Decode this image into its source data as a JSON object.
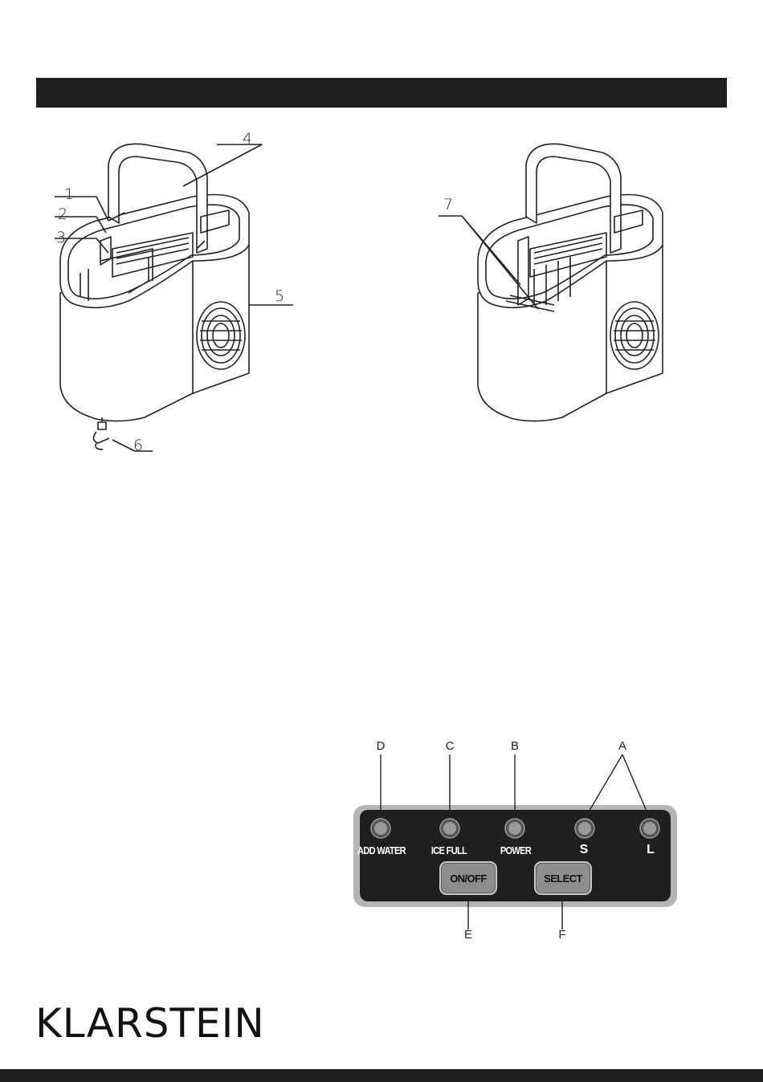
{
  "left_diagram": {
    "callouts": [
      "1",
      "2",
      "3",
      "4",
      "5",
      "6"
    ]
  },
  "right_diagram": {
    "callouts": [
      "7"
    ]
  },
  "control_panel": {
    "indicator_letters": [
      "D",
      "C",
      "B",
      "A"
    ],
    "button_letters": [
      "E",
      "F"
    ],
    "leds": [
      {
        "id": "add-water",
        "label": "ADD WATER",
        "letter": "D"
      },
      {
        "id": "ice-full",
        "label": "ICE FULL",
        "letter": "C"
      },
      {
        "id": "power",
        "label": "POWER",
        "letter": "B"
      },
      {
        "id": "size-s",
        "label": "S",
        "letter": "A"
      },
      {
        "id": "size-l",
        "label": "L",
        "letter": "A"
      }
    ],
    "buttons": [
      {
        "id": "on-off",
        "label": "ON/OFF",
        "letter": "E"
      },
      {
        "id": "select",
        "label": "SELECT",
        "letter": "F"
      }
    ],
    "colors": {
      "panel_face": "#1f1f1f",
      "panel_border": "#b5b5b5",
      "button_fill": "#8d8d8d"
    }
  },
  "brand": {
    "name": "KLARSTEIN"
  }
}
